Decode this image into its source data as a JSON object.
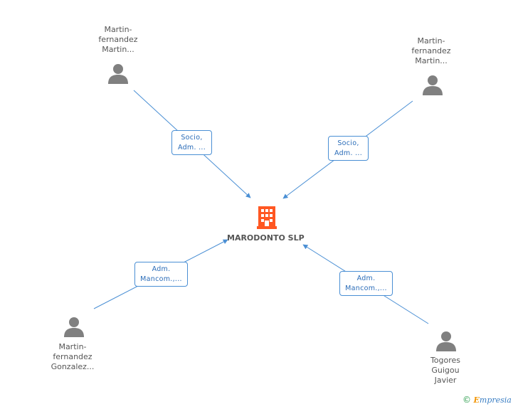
{
  "company": {
    "name": "MARODONTO SLP",
    "icon": "building-icon",
    "color": "#ff5722"
  },
  "people": [
    {
      "id": "p1",
      "lines": [
        "Martin-",
        "fernandez",
        "Martin..."
      ]
    },
    {
      "id": "p2",
      "lines": [
        "Martin-",
        "fernandez",
        "Martin..."
      ]
    },
    {
      "id": "p3",
      "lines": [
        "Martin-",
        "fernandez",
        "Gonzalez..."
      ]
    },
    {
      "id": "p4",
      "lines": [
        "Togores",
        "Guigou",
        "Javier"
      ]
    }
  ],
  "relations": [
    {
      "id": "r1",
      "lines": [
        "Socio,",
        "Adm. ..."
      ]
    },
    {
      "id": "r2",
      "lines": [
        "Socio,",
        "Adm. ..."
      ]
    },
    {
      "id": "r3",
      "lines": [
        "Adm.",
        "Mancom.,..."
      ]
    },
    {
      "id": "r4",
      "lines": [
        "Adm.",
        "Mancom.,..."
      ]
    }
  ],
  "brand": {
    "copyright": "©",
    "e": "E",
    "rest": "mpresia"
  },
  "colors": {
    "line": "#4a8fd4",
    "person": "#808080",
    "company": "#ff5722"
  }
}
